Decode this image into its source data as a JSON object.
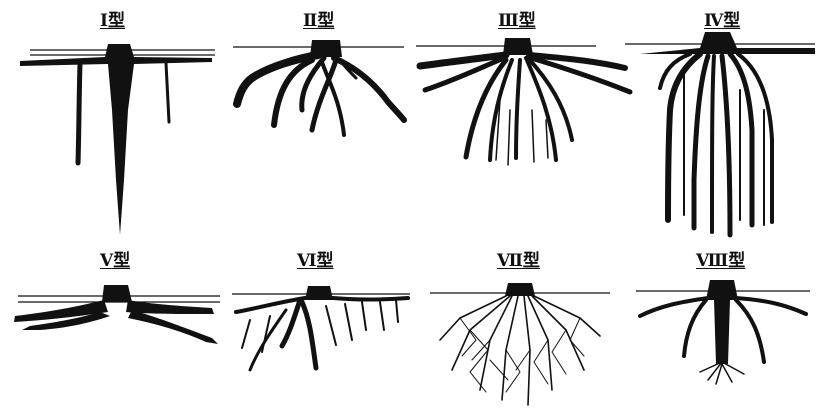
{
  "figure": {
    "types": [
      {
        "id": "type-1",
        "label": "Ⅰ型"
      },
      {
        "id": "type-2",
        "label": "Ⅱ型"
      },
      {
        "id": "type-3",
        "label": "Ⅲ型"
      },
      {
        "id": "type-4",
        "label": "Ⅳ型"
      },
      {
        "id": "type-5",
        "label": "Ⅴ型"
      },
      {
        "id": "type-6",
        "label": "Ⅵ型"
      },
      {
        "id": "type-7",
        "label": "Ⅶ型"
      },
      {
        "id": "type-8",
        "label": "Ⅷ型"
      }
    ],
    "colors": {
      "ink": "#111111",
      "background": "#ffffff"
    }
  }
}
